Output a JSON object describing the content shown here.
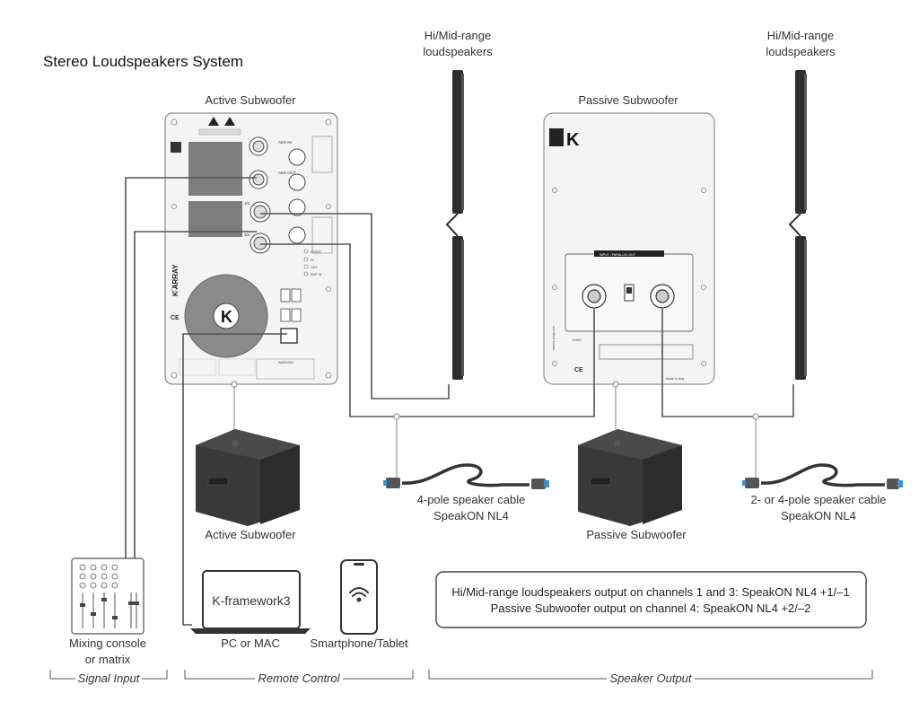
{
  "title": "Stereo Loudspeakers System",
  "labels": {
    "hi_left": [
      "Hi/Mid-range",
      "loudspeakers"
    ],
    "hi_right": [
      "Hi/Mid-range",
      "loudspeakers"
    ],
    "active_sub_top": "Active Subwoofer",
    "passive_sub_top": "Passive Subwoofer",
    "cable_left": [
      "4-pole speaker cable",
      "SpeakON NL4"
    ],
    "cable_right": [
      "2- or 4-pole speaker cable",
      "SpeakON NL4"
    ],
    "active_sub_bottom": "Active Subwoofer",
    "passive_sub_bottom": "Passive Subwoofer",
    "mixer": [
      "Mixing console",
      "or matrix"
    ],
    "laptop": "PC or MAC",
    "laptop_screen": "K-framework3",
    "phone": "Smartphone/Tablet"
  },
  "sections": {
    "signal": "Signal Input",
    "remote": "Remote Control",
    "output": "Speaker Output"
  },
  "note": [
    "Hi/Mid-range loudspeakers output on channels 1 and 3: SpeakON NL4 +1/–1",
    "Passive Subwoofer output on channel 4: SpeakON NL4 +2/–2"
  ],
  "panel_text": {
    "brand_logo": "K",
    "brand_vertical": "K ARRAY",
    "website": "www.k-array.com",
    "input_parallel": "INPUT / PARALLEL OUT",
    "made_in_italy": "Made in Italy",
    "aes_in": "AES IN",
    "aes_out": "AES OUT",
    "ch12": "1/2",
    "ch34": "3/4",
    "reset": "RESET",
    "in": "IN",
    "out": "OUT",
    "kmp": "KMP IN",
    "rohs": "RoHS",
    "warning": "WARNING",
    "ce": "CE"
  },
  "colors": {
    "line": "#555555",
    "panel_fill": "#f4f4f4",
    "sub_dark": "#3a3a3a",
    "cable_blue": "#3c8fd0"
  }
}
